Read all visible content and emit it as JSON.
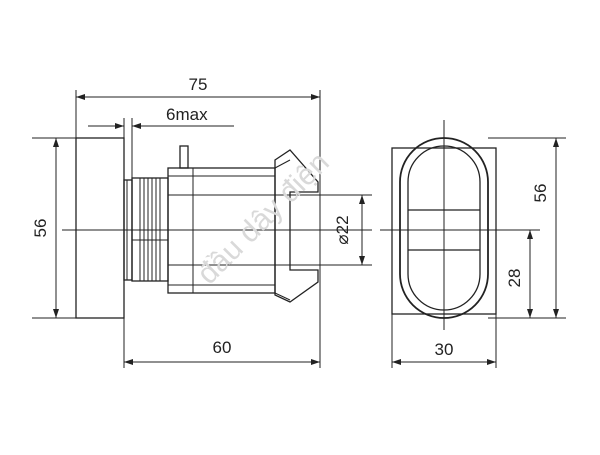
{
  "dimensions": {
    "overall_length": "75",
    "panel_thickness": "6max",
    "body_length": "60",
    "bezel_height": "56",
    "thread_diameter": "⌀22",
    "front_height": "56",
    "front_half_height": "28",
    "front_width": "30"
  },
  "watermark": "đầu dây điện",
  "colors": {
    "line": "#222222",
    "watermark": "#d9d9d9",
    "background": "#ffffff"
  }
}
